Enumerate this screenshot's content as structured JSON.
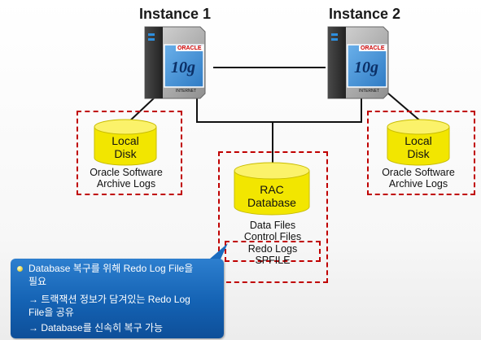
{
  "instances": [
    {
      "title": "Instance 1",
      "logo_brand": "ORACLE",
      "logo_version": "10g",
      "logo_sub": "INTERNET"
    },
    {
      "title": "Instance 2",
      "logo_brand": "ORACLE",
      "logo_version": "10g",
      "logo_sub": "INTERNET"
    }
  ],
  "local_disks": [
    {
      "label_line1": "Local",
      "label_line2": "Disk",
      "caption_line1": "Oracle Software",
      "caption_line2": "Archive Logs"
    },
    {
      "label_line1": "Local",
      "label_line2": "Disk",
      "caption_line1": "Oracle Software",
      "caption_line2": "Archive Logs"
    }
  ],
  "rac": {
    "label_line1": "RAC",
    "label_line2": "Database",
    "files": [
      "Data Files",
      "Control Files",
      "Redo Logs",
      "SPFILE"
    ]
  },
  "callout": {
    "line1": "Database 복구를 위해 Redo Log File을",
    "line2": "필요",
    "line3": "→ 트랙잭션 정보가 담겨있는 Redo Log",
    "line4": "File을 공유",
    "line5": "→ Database를 신속히 복구 가능"
  },
  "colors": {
    "cylinder": "#f2e600",
    "dashed_border": "#c00000",
    "callout_bg": "#1a6cc0"
  }
}
